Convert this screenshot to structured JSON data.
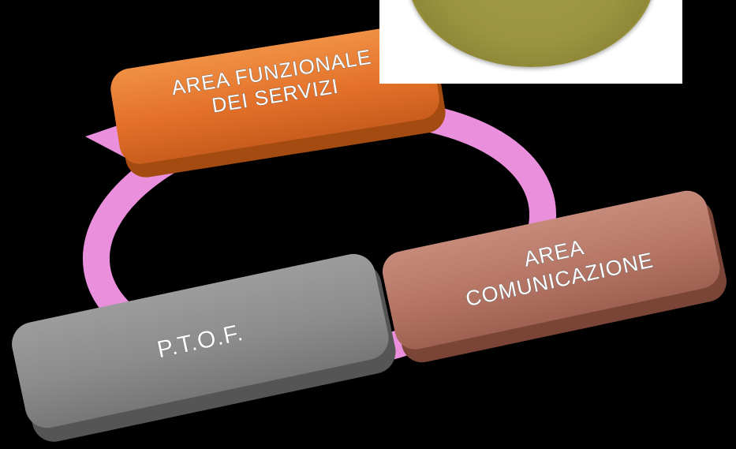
{
  "diagram": {
    "boxes": [
      {
        "id": "area-funzionale",
        "lines": [
          "AREA FUNZIONALE",
          "DEI SERVIZI"
        ],
        "color": "#e8732b"
      },
      {
        "id": "area-comunicazione",
        "lines": [
          "AREA",
          "COMUNICAZIONE"
        ],
        "color": "#b87968"
      },
      {
        "id": "ptof",
        "lines": [
          "P.T.O.F."
        ],
        "color": "#8f8f8f"
      }
    ],
    "cycle_color": "#ea8fdc",
    "background": "#000000",
    "coin_color": "#a39c48"
  }
}
